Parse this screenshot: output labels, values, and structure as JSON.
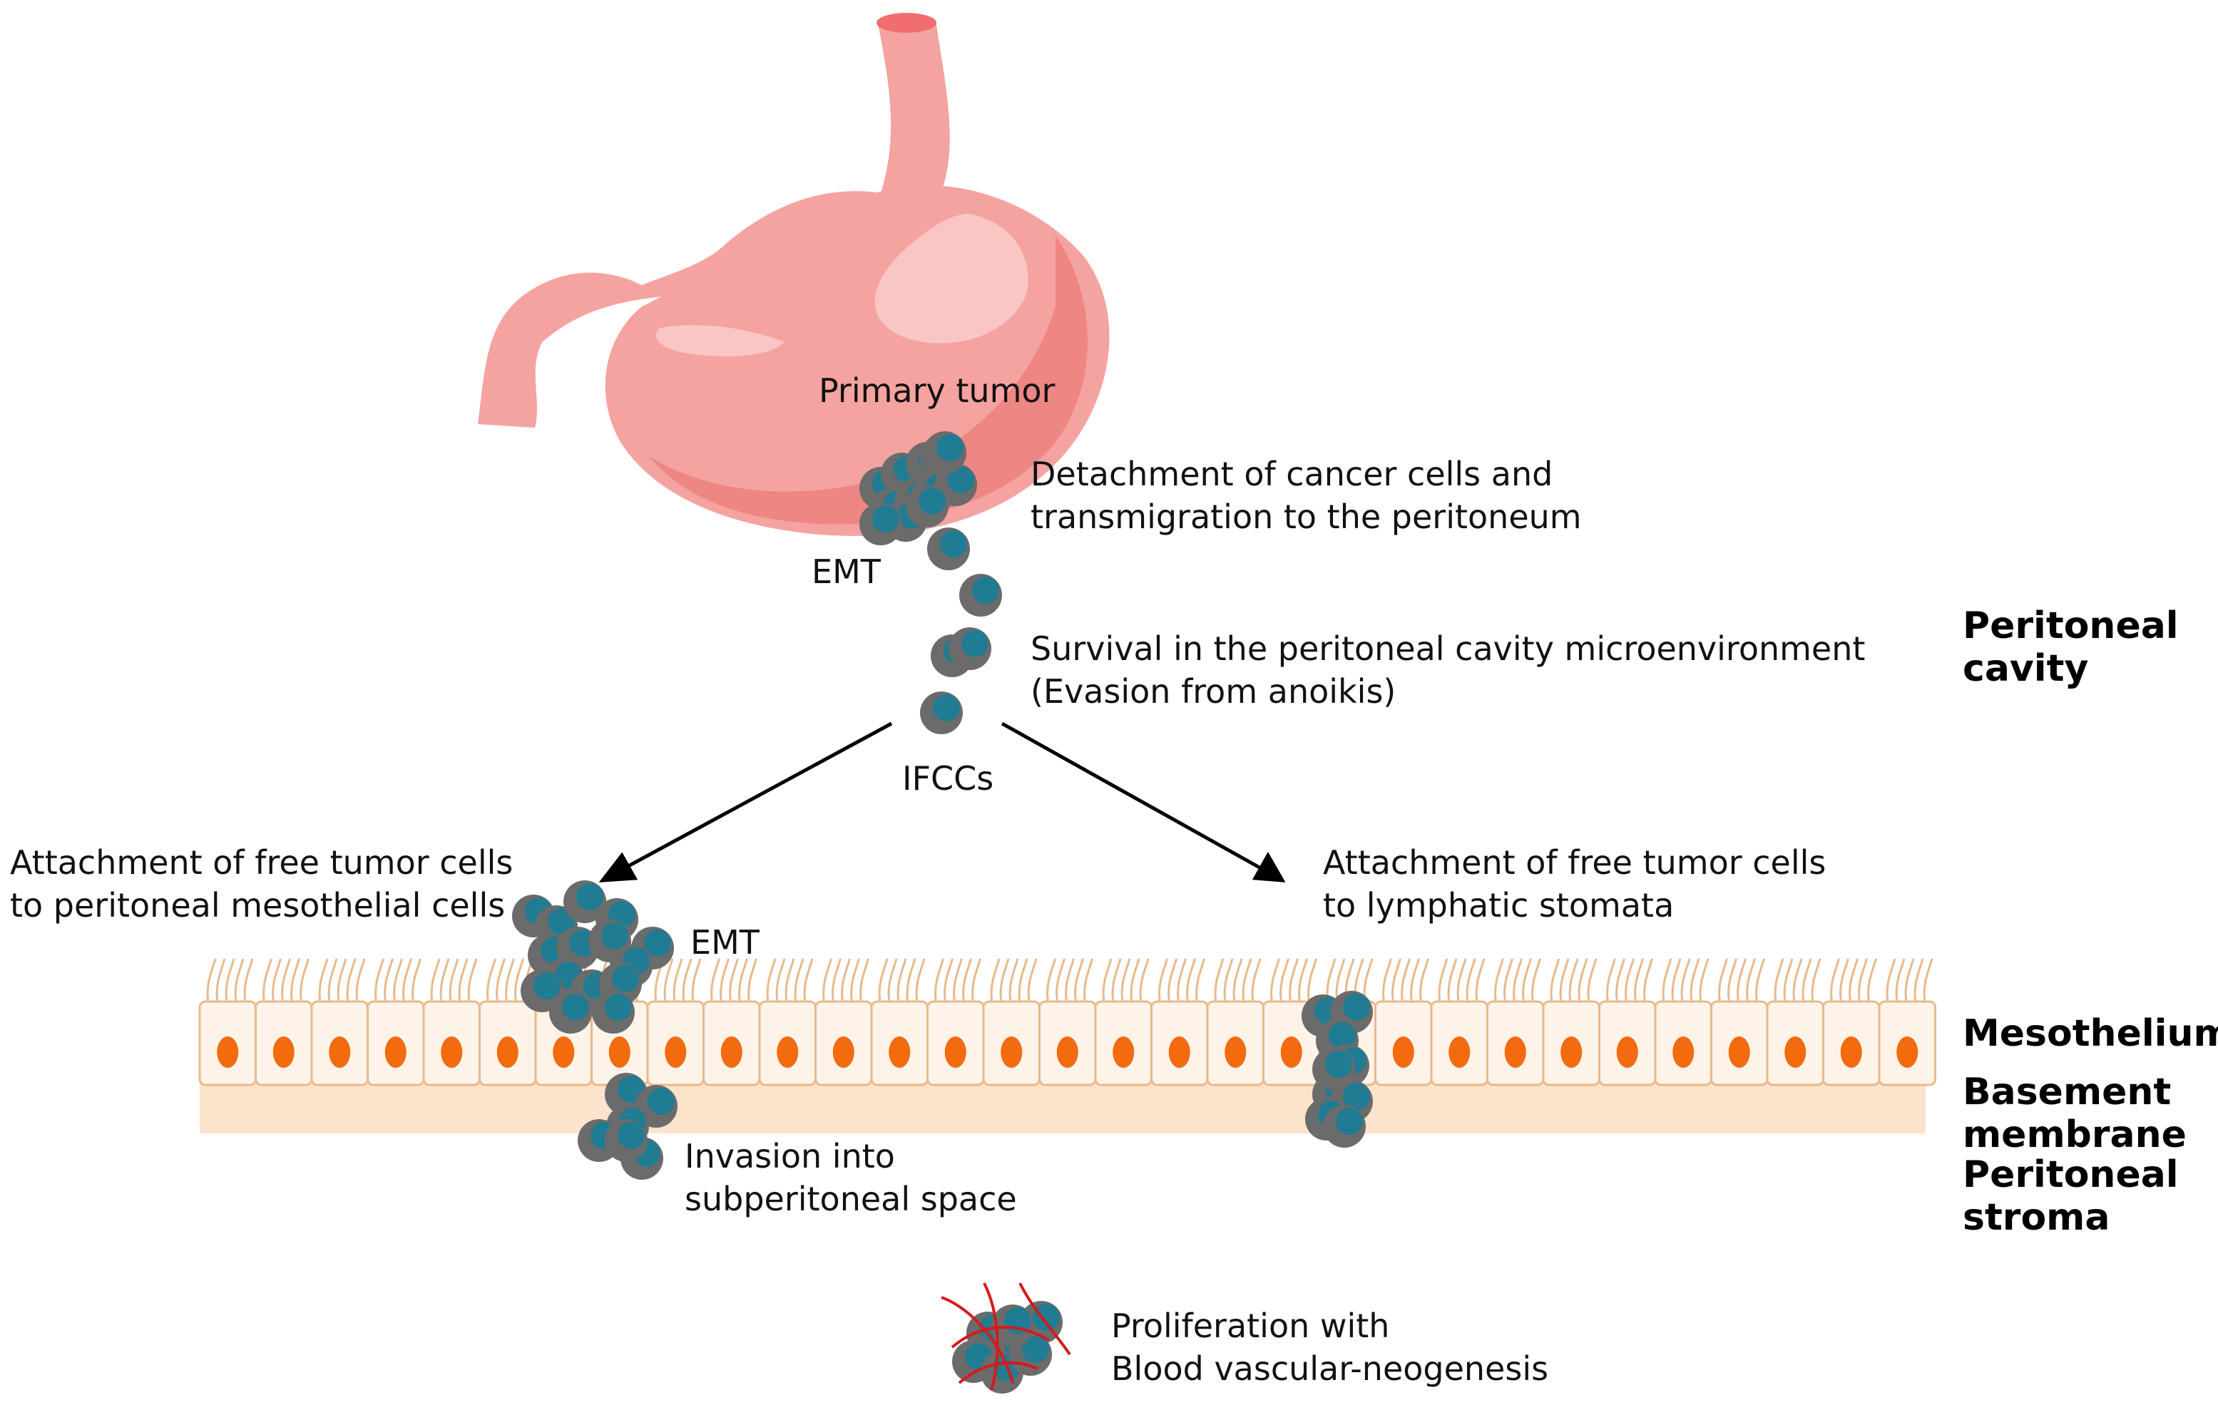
{
  "labels": {
    "primary_tumor": "Primary tumor",
    "detachment": [
      "Detachment of cancer cells and",
      "transmigration to the peritoneum"
    ],
    "emt_top": "EMT",
    "survival": [
      "Survival in the peritoneal cavity microenvironment",
      "(Evasion from anoikis)"
    ],
    "ifccs": "IFCCs",
    "attach_meso": [
      "Attachment of free tumor cells",
      "to peritoneal mesothelial cells"
    ],
    "emt_left": "EMT",
    "attach_lymph": [
      "Attachment of free tumor cells",
      "to lymphatic stomata"
    ],
    "invasion": [
      "Invasion into",
      "subperitoneal space"
    ],
    "proliferation": [
      "Proliferation with",
      "Blood vascular-neogenesis"
    ]
  },
  "layers": {
    "peritoneal_cavity": [
      "Peritoneal",
      "cavity"
    ],
    "mesothelium": "Mesothelium",
    "basement_membrane": [
      "Basement",
      "membrane"
    ],
    "peritoneal_stroma": [
      "Peritoneal",
      "stroma"
    ]
  },
  "colors": {
    "stomach_fill": "#f4a3a0",
    "stomach_dark": "#ee8684",
    "stomach_highlight": "#fac6c4",
    "cell_outline": "#6b6b6b",
    "cell_nucleus": "#1f7c93",
    "meso_cell_fill": "#fdf3e8",
    "meso_cell_stroke": "#e8b98c",
    "meso_nucleus": "#f26b0f",
    "basement_fill": "#fbe3cc",
    "vessel": "#d41b1b"
  }
}
